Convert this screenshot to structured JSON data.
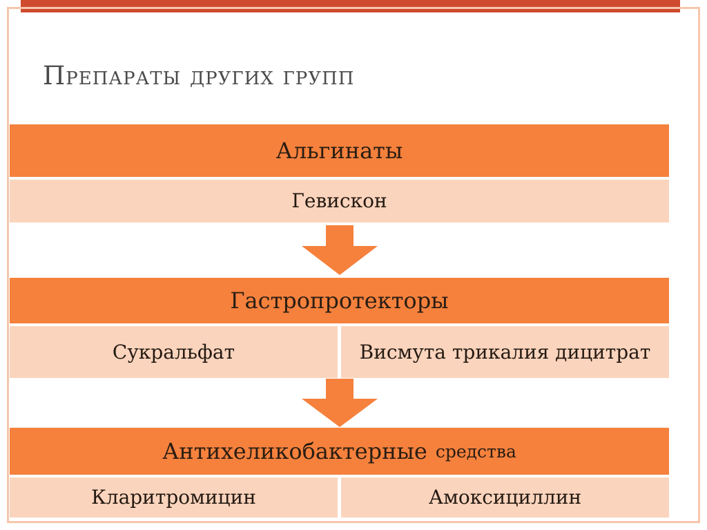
{
  "title": "Препараты других групп",
  "diagram": {
    "blocks": [
      {
        "header": "Альгинаты",
        "cells": [
          "Гевискон"
        ]
      },
      {
        "header": "Гастропротекторы",
        "cells": [
          "Сукральфат",
          "Висмута трикалия дицитрат"
        ]
      },
      {
        "header": "Антихеликобактерные",
        "header_small": "средства",
        "cells": [
          "Кларитромицин",
          "Амоксициллин"
        ]
      }
    ]
  },
  "icons": {
    "down_arrow": "down-arrow-icon"
  },
  "colors": {
    "top_accent_bar": "#cf4a2e",
    "block_header_bg": "#f5813d",
    "cell_bg": "#fbd4bd",
    "frame_border": "#f6c6ac",
    "arrow_fill": "#f5813d",
    "title_text": "#4b4b4b",
    "body_text": "#241a12"
  }
}
